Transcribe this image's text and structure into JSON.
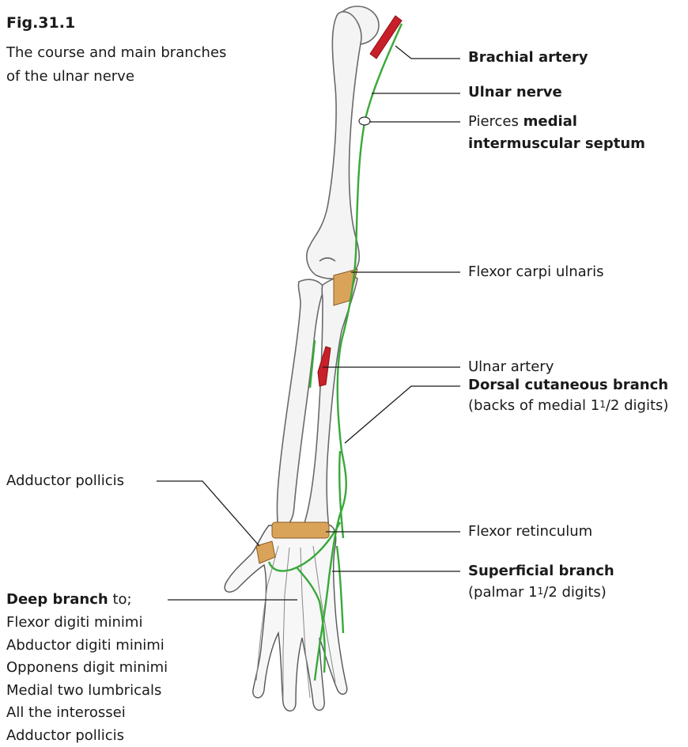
{
  "caption": {
    "number": "Fig.31.1",
    "text": "The course and main branches of the ulnar nerve"
  },
  "labels": {
    "brachial_artery": "Brachial artery",
    "ulnar_nerve": "Ulnar nerve",
    "pierces_prefix": "Pierces",
    "pierces_bold_1": "medial",
    "pierces_bold_2": "intermuscular septum",
    "flexor_carpi_ulnaris": "Flexor carpi ulnaris",
    "dorsal_cutaneous_branch": "Dorsal cutaneous branch",
    "dorsal_detail_pre": "(backs of medial 1",
    "dorsal_detail_sup": "1",
    "dorsal_detail_post": "/2 digits)",
    "adductor_pollicis_top": "Adductor pollicis",
    "ulnar_artery": "Ulnar artery",
    "flexor_retinculum": "Flexor retinculum",
    "superficial_branch": "Superficial branch",
    "superficial_detail_pre": "(palmar 1",
    "superficial_detail_sup": "1",
    "superficial_detail_post": "/2 digits)",
    "deep_branch_bold": "Deep branch",
    "deep_branch_suffix": " to;"
  },
  "deep_branch_targets": [
    "Flexor digiti minimi",
    "Abductor digiti minimi",
    "Opponens digit minimi",
    "Medial two lumbricals",
    "All the interossei",
    "Adductor pollicis"
  ],
  "colors": {
    "nerve": "#3aa83a",
    "artery": "#c8202a",
    "muscle": "#d9a45a",
    "bone_fill": "#f4f4f4",
    "bone_stroke": "#6a6a6a",
    "leader": "#1a1a1a"
  }
}
